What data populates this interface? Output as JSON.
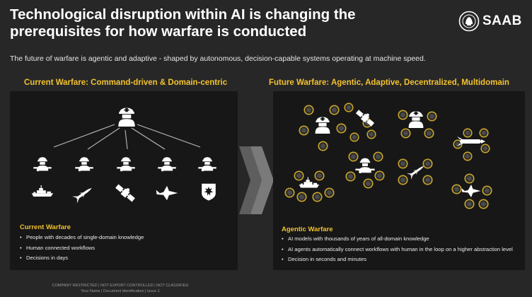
{
  "header": {
    "title": "Technological disruption within AI is changing the prerequisites for how warfare is conducted",
    "subtitle": "The future of warfare is agentic and adaptive - shaped by autonomous, decision-capable systems operating at machine speed."
  },
  "logo": {
    "text": "SAAB",
    "icon": "saab-emblem-icon"
  },
  "current": {
    "section_title": "Current Warfare: Command-driven & Domain-centric",
    "caption": "Current Warfare",
    "bullets": [
      "People with decades of single-domain knowledge",
      "Human connected workflows",
      "Decisions in days"
    ],
    "icons": [
      "commander-icon",
      "soldier-icon",
      "ship-icon",
      "missile-icon",
      "satellite-icon",
      "fighter-jet-icon",
      "shield-badge-icon"
    ]
  },
  "future": {
    "section_title": "Future Warfare: Agentic, Adaptive, Decentralized, Multidomain",
    "caption": "Agentic Warfare",
    "bullets": [
      "AI models with thousands of years of all-domain knowledge",
      "AI agents automatically connect workflows with human in the loop on a higher abstraction level",
      "Decision in seconds and minutes"
    ],
    "icons": [
      "commander-icon",
      "satellite-icon",
      "missile-icon",
      "ship-icon",
      "fighter-jet-icon",
      "ai-agent-node-icon"
    ]
  },
  "transition": {
    "icon": "double-chevron-right-icon"
  },
  "footer": {
    "line1": "COMPANY RESTRICTED | NOT EXPORT CONTROLLED | NOT CLASSIFIED",
    "line2": "Your Name | Document Identification | Issue  1"
  },
  "colors": {
    "background": "#272727",
    "panel": "#171717",
    "accent": "#f2c230",
    "icon": "#ffffff",
    "node_ring": "#c9a52a"
  }
}
